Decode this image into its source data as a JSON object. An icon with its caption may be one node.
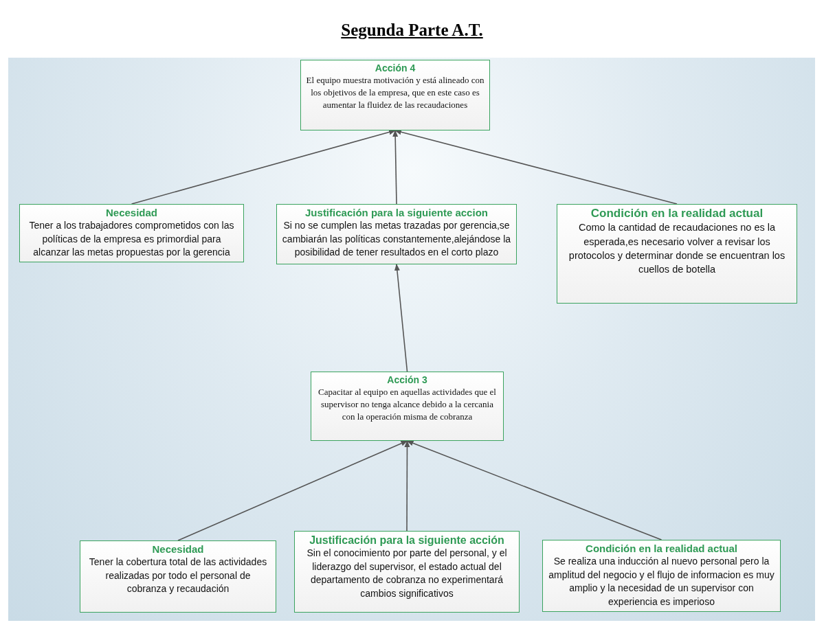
{
  "diagram": {
    "title": "Segunda Parte A.T.",
    "nodes": [
      {
        "text": [
          "Acción 4",
          "El equipo muestra motivación y está alineado con los objetivos de la empresa, que en este caso es aumentar la fluidez de las recaudaciones"
        ]
      },
      {
        "text": [
          "Necesidad",
          "Tener a los trabajadores comprometidos con las políticas de la empresa es primordial para alcanzar las metas propuestas por la gerencia"
        ]
      },
      {
        "text": [
          "Justificación para la siguiente accion",
          "Si no se cumplen las metas trazadas por gerencia,se cambiarán las políticas constantemente,alejándose la posibilidad de tener resultados en el corto plazo"
        ]
      },
      {
        "text": [
          "Condición en la realidad actual",
          "Como la cantidad de recaudaciones no es la esperada,es necesario volver a revisar los protocolos y determinar donde se encuentran los cuellos de botella"
        ]
      },
      {
        "text": [
          "Acción 3",
          "Capacitar al equipo en aquellas actividades que el supervisor no tenga alcance debido a la cercania con la operación misma de cobranza"
        ]
      },
      {
        "text": [
          "Necesidad",
          "Tener la cobertura total de las actividades realizadas por todo el personal de cobranza y recaudación"
        ]
      },
      {
        "text": [
          "Justificación para la siguiente acción",
          "Sin el conocimiento por parte del personal, y el liderazgo del supervisor, el estado actual del departamento de cobranza no experimentará cambios significativos"
        ]
      },
      {
        "text": [
          "Condición en la realidad actual",
          "Se realiza una inducción al nuevo personal pero la amplitud del negocio y el flujo de informacion es muy amplio y la necesidad de un supervisor con experiencia es imperioso"
        ]
      }
    ],
    "edges": [
      {
        "from": 1,
        "to": 0,
        "arrow": "to"
      },
      {
        "from": 2,
        "to": 0,
        "arrow": "to"
      },
      {
        "from": 3,
        "to": 0,
        "arrow": "to"
      },
      {
        "from": 4,
        "to": 2,
        "arrow": "to"
      },
      {
        "from": 5,
        "to": 4,
        "arrow": "to"
      },
      {
        "from": 6,
        "to": 4,
        "arrow": "to"
      },
      {
        "from": 7,
        "to": 4,
        "arrow": "to"
      }
    ]
  }
}
